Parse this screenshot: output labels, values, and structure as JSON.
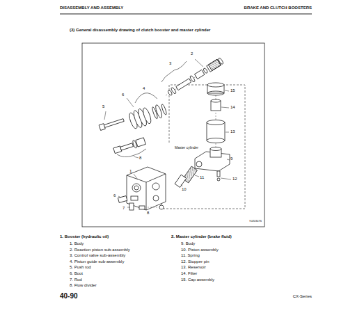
{
  "diagram": {
    "title": "(3) General disassembly drawing of clutch booster and master cylinder",
    "labels": [
      "DISASSEMBLY AND ASSEMBLY",
      "BRAKE AND CLUTCH BOOSTERS",
      "2",
      "3",
      "4",
      "6",
      "5",
      "15",
      "14",
      "13",
      "Master cylinder",
      "8",
      "9",
      "1",
      "11",
      "12",
      "10",
      "6",
      "7",
      "8",
      "9JZ03476",
      "1. Booster (hydraulic oil)",
      "1. Body",
      "2. Reaction piston sub-assembly",
      "3. Control valve sub-assembly",
      "4. Piston guide sub-assembly",
      "5. Push rod",
      "6. Boot",
      "7. Rod",
      "8. Flow divider",
      "2. Master cylinder (brake fluid)",
      "9. Body",
      "10. Piston assembly",
      "11. Spring",
      "12. Stopper pin",
      "13. Reservoir",
      "14. Filter",
      "15. Cap assembly",
      "40-90",
      "CX-Series"
    ]
  }
}
